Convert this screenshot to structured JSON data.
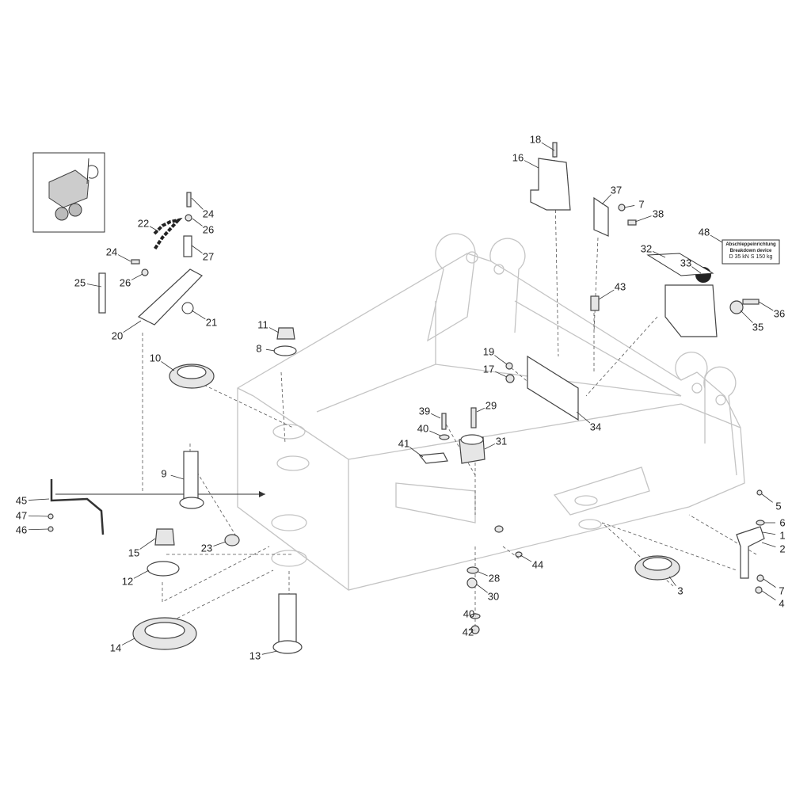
{
  "diagram": {
    "callouts": [
      "18",
      "16",
      "37",
      "7",
      "38",
      "48",
      "32",
      "33",
      "43",
      "36",
      "35",
      "24",
      "26",
      "22",
      "27",
      "24",
      "26",
      "25",
      "21",
      "20",
      "11",
      "8",
      "10",
      "19",
      "17",
      "39",
      "29",
      "34",
      "40",
      "41",
      "31",
      "9",
      "45",
      "47",
      "46",
      "5",
      "6",
      "1",
      "2",
      "15",
      "23",
      "44",
      "12",
      "28",
      "3",
      "7",
      "4",
      "30",
      "40",
      "42",
      "14",
      "13"
    ],
    "decal": {
      "line1": "Abschleppeinrichtung",
      "line2": "Breakdown device",
      "line3": "D 35 kN    S 150 kg"
    }
  }
}
